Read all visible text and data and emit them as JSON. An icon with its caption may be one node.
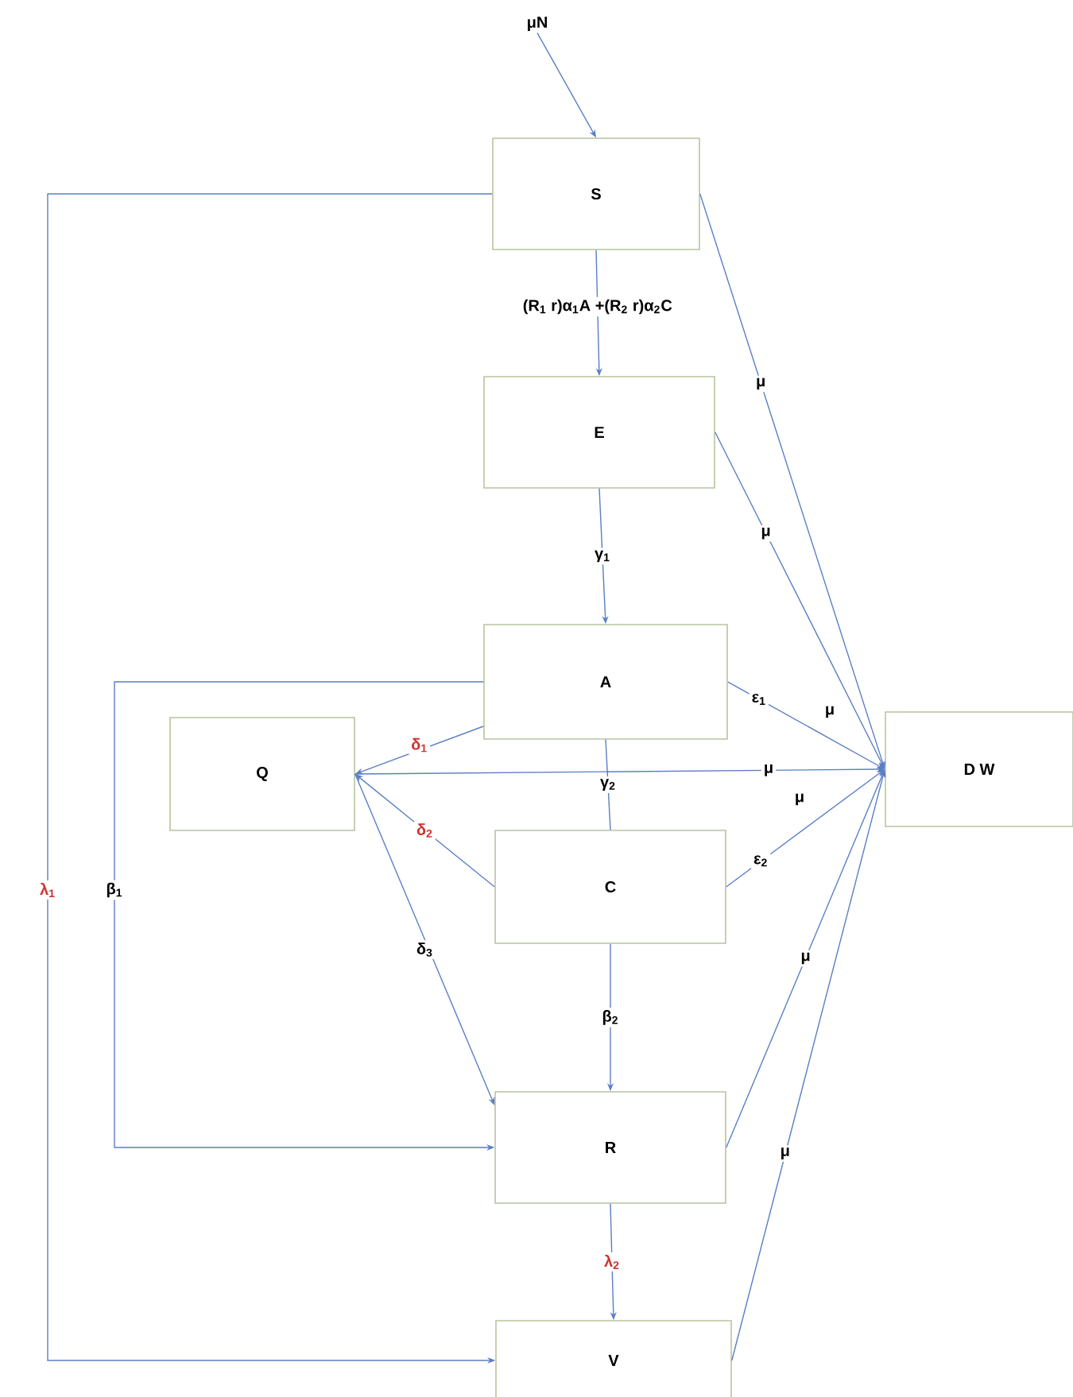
{
  "diagram": {
    "nodes": [
      {
        "text": [
          "μN"
        ]
      },
      {
        "text": [
          "S"
        ]
      },
      {
        "text": [
          "E"
        ]
      },
      {
        "text": [
          "A"
        ]
      },
      {
        "text": [
          "Q"
        ]
      },
      {
        "text": [
          "C"
        ]
      },
      {
        "text": [
          "D W"
        ]
      },
      {
        "text": [
          "R"
        ]
      },
      {
        "text": [
          "V"
        ]
      }
    ],
    "edges": [
      {
        "from": 0,
        "to": 1,
        "arrow": "to"
      },
      {
        "from": 1,
        "to": 2,
        "arrow": "to",
        "label": "(R$_{1}$ r)α$_{1}$A +(R$_{2}$ r)α$_{2}$C"
      },
      {
        "from": 2,
        "to": 3,
        "arrow": "to",
        "label": "γ$_{1}$"
      },
      {
        "from": 3,
        "to": 5,
        "arrow": "none",
        "label": "γ$_{2}$"
      },
      {
        "from": 5,
        "to": 7,
        "arrow": "to",
        "label": "β$_{2}$"
      },
      {
        "from": 7,
        "to": 8,
        "arrow": "to",
        "label": "λ$_{2}$"
      },
      {
        "from": 1,
        "to": 8,
        "arrow": "to",
        "label": "λ$_{1}$"
      },
      {
        "from": 3,
        "to": 7,
        "arrow": "to",
        "label": "β$_{1}$"
      },
      {
        "from": 3,
        "to": 4,
        "arrow": "to",
        "label": "δ$_{1}$"
      },
      {
        "from": 5,
        "to": 4,
        "arrow": "to",
        "label": "δ$_{2}$"
      },
      {
        "from": 4,
        "to": 7,
        "arrow": "to",
        "label": "δ$_{3}$"
      },
      {
        "from": 4,
        "to": 6,
        "arrow": "to",
        "label": "μ"
      },
      {
        "from": 1,
        "to": 6,
        "arrow": "to",
        "label": "μ"
      },
      {
        "from": 2,
        "to": 6,
        "arrow": "to",
        "label": "μ"
      },
      {
        "from": 3,
        "to": 6,
        "arrow": "to",
        "label": "ε$_{1}$"
      },
      {
        "from": 5,
        "to": 6,
        "arrow": "to",
        "label": "ε$_{2}$"
      },
      {
        "from": 7,
        "to": 6,
        "arrow": "to",
        "label": "μ"
      },
      {
        "from": 8,
        "to": 6,
        "arrow": "to",
        "label": "μ"
      }
    ],
    "labels": [
      "μ",
      "μ"
    ]
  }
}
